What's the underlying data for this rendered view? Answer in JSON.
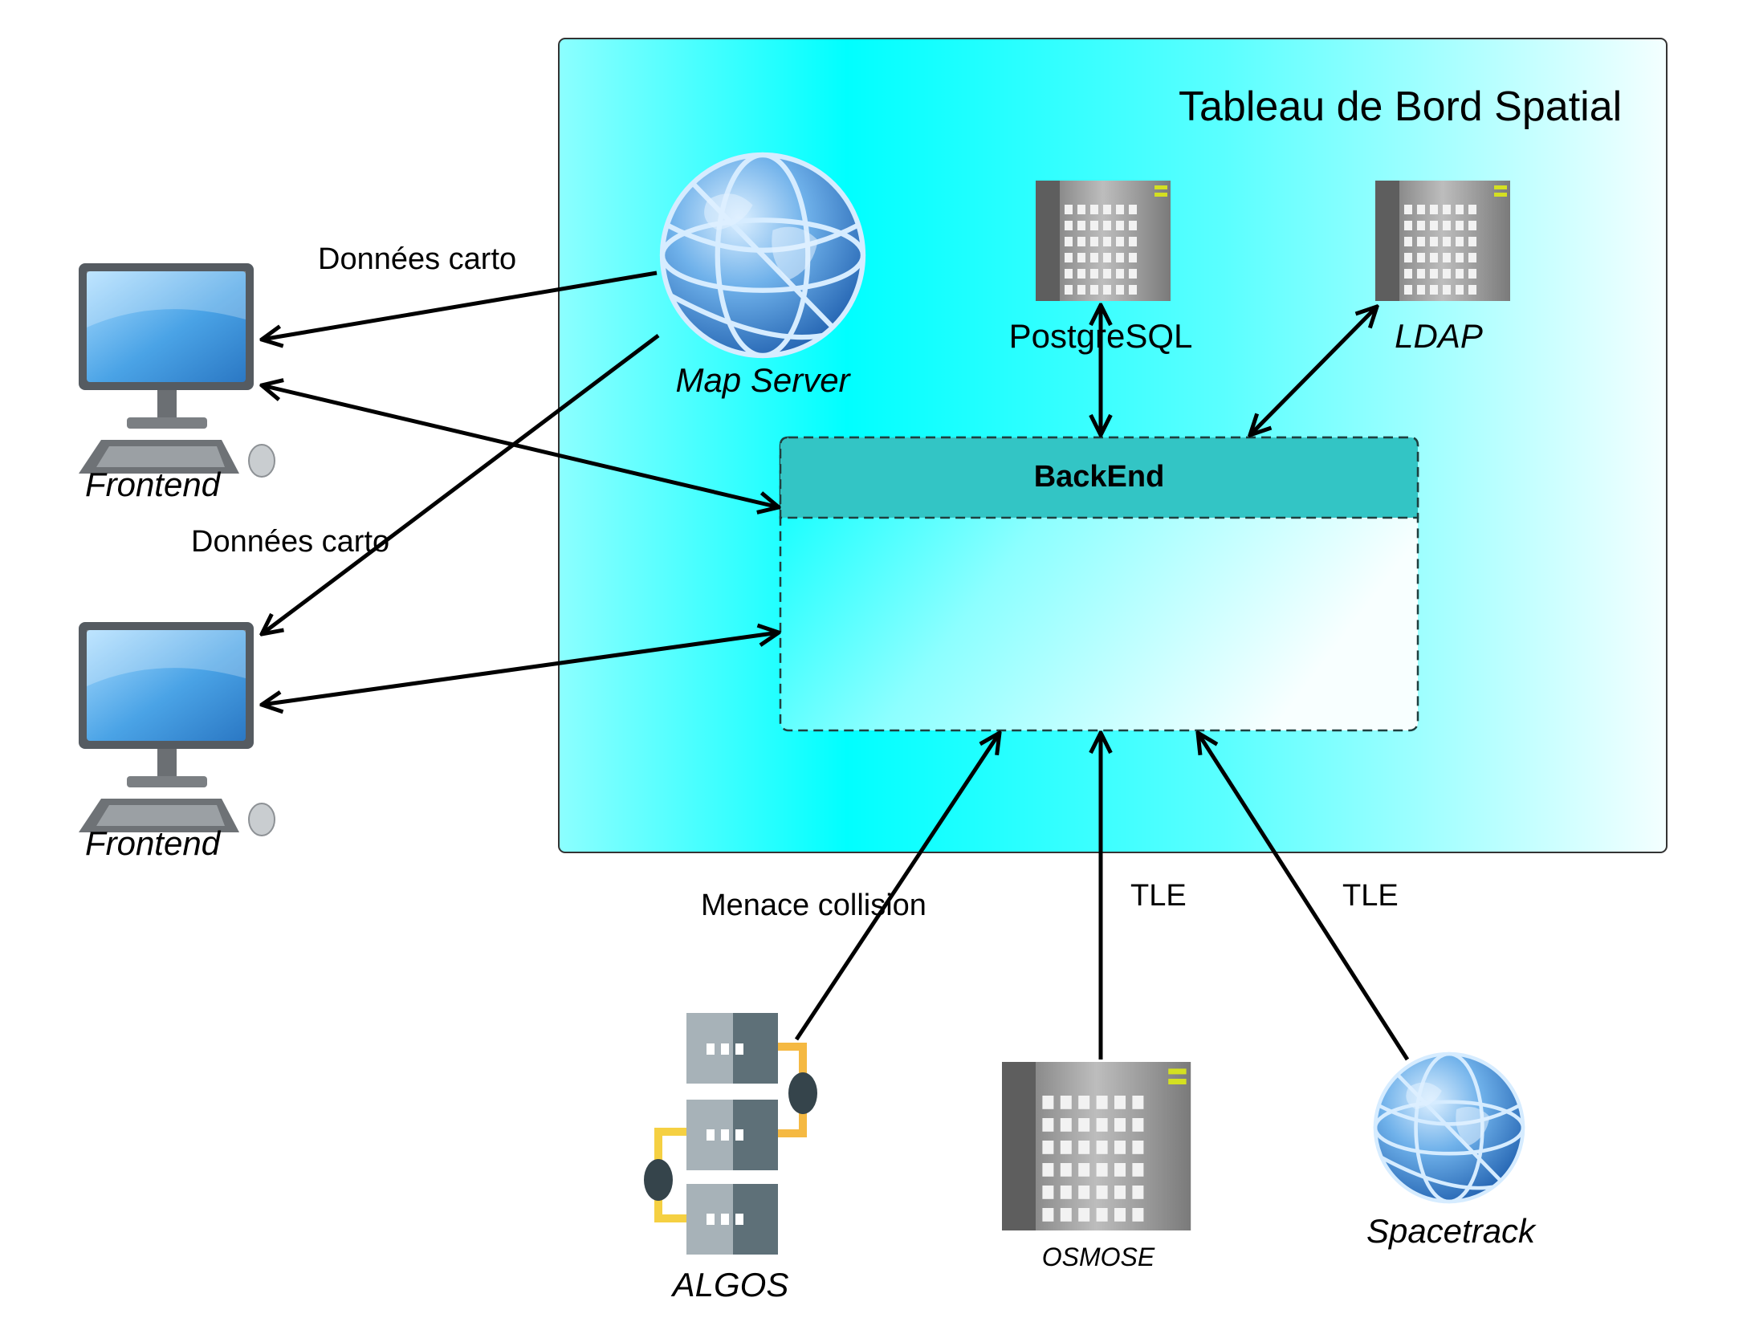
{
  "diagram": {
    "container_title": "Tableau de Bord Spatial",
    "backend": {
      "title": "BackEnd"
    },
    "nodes": {
      "frontend_1": "Frontend",
      "frontend_2": "Frontend",
      "map_server": "Map Server",
      "postgresql": "PostgreSQL",
      "ldap": "LDAP",
      "algos": "ALGOS",
      "osmose": "OSMOSE",
      "spacetrack": "Spacetrack"
    },
    "edges": {
      "mapserver_to_frontend_1": "Données carto",
      "mapserver_to_frontend_2": "Données carto",
      "algos_to_backend": "Menace collision",
      "osmose_to_backend": "TLE",
      "spacetrack_to_backend": "TLE"
    },
    "colors": {
      "container_fill": "#00ffff",
      "backend_header": "#33c5c5",
      "arrow": "#000000"
    },
    "icons": {
      "frontend": "desktop-computer-icon",
      "map_server": "globe-icon",
      "database": "server-building-icon",
      "algos": "server-cluster-icon",
      "spacetrack": "globe-icon"
    }
  }
}
